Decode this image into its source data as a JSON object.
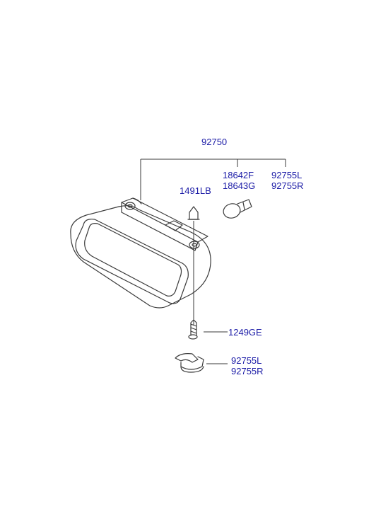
{
  "colors": {
    "label": "#1a1aa6",
    "line": "#3a3a3a",
    "background": "#ffffff"
  },
  "labels": {
    "assembly": "92750",
    "bulb_a": "18642F",
    "bulb_b": "18643G",
    "socket_top_l": "92755L",
    "socket_top_r": "92755R",
    "clip": "1491LB",
    "screw": "1249GE",
    "socket_bottom_l": "92755L",
    "socket_bottom_r": "92755R"
  }
}
